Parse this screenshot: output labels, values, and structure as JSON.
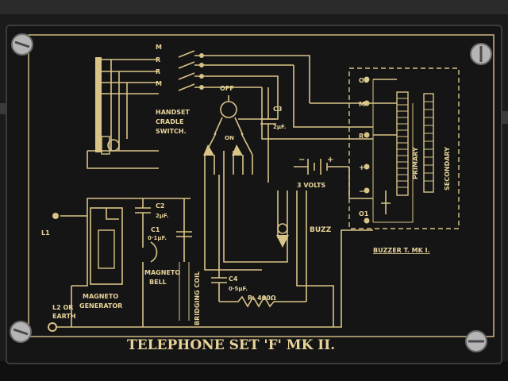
{
  "plate": {
    "title": "TELEPHONE SET 'F' MK II.",
    "colors": {
      "plate": "#151515",
      "print": "#e0cb8e",
      "screw": "#b9b9b9",
      "case": "#2a2a2a"
    }
  },
  "labels": {
    "m_top": "M",
    "r1": "R",
    "r2": "R",
    "m_bottom": "M",
    "off": "OFF",
    "on": "ON",
    "cradle_line1": "HANDSET",
    "cradle_line2": "CRADLE",
    "cradle_line3": "SWITCH.",
    "c3_name": "C3",
    "c3_value": "2μF.",
    "three_volts": "3 VOLTS",
    "plus": "+",
    "minus": "−",
    "buzz": "BUZZ",
    "terminal_o2": "O2",
    "terminal_m": "M",
    "terminal_r": "R",
    "terminal_plus": "+",
    "terminal_minus": "−",
    "terminal_o1": "O1",
    "primary": "PRIMARY",
    "secondary": "SECONDARY",
    "buzzer": "BUZZER T. MK I.",
    "c2_name": "C2",
    "c2_value": "2μF.",
    "c1_name": "C1",
    "c1_value": "0·1μF.",
    "magneto_bell_1": "MAGNETO",
    "magneto_bell_2": "BELL",
    "bridging_coil": "BRIDGING COIL",
    "c4_name": "C4",
    "c4_value": "0·5μF.",
    "resistor": "R. 400Ω",
    "l1": "L1",
    "magneto_gen_1": "MAGNETO",
    "magneto_gen_2": "GENERATOR",
    "l2_1": "L2 OR",
    "l2_2": "EARTH"
  }
}
